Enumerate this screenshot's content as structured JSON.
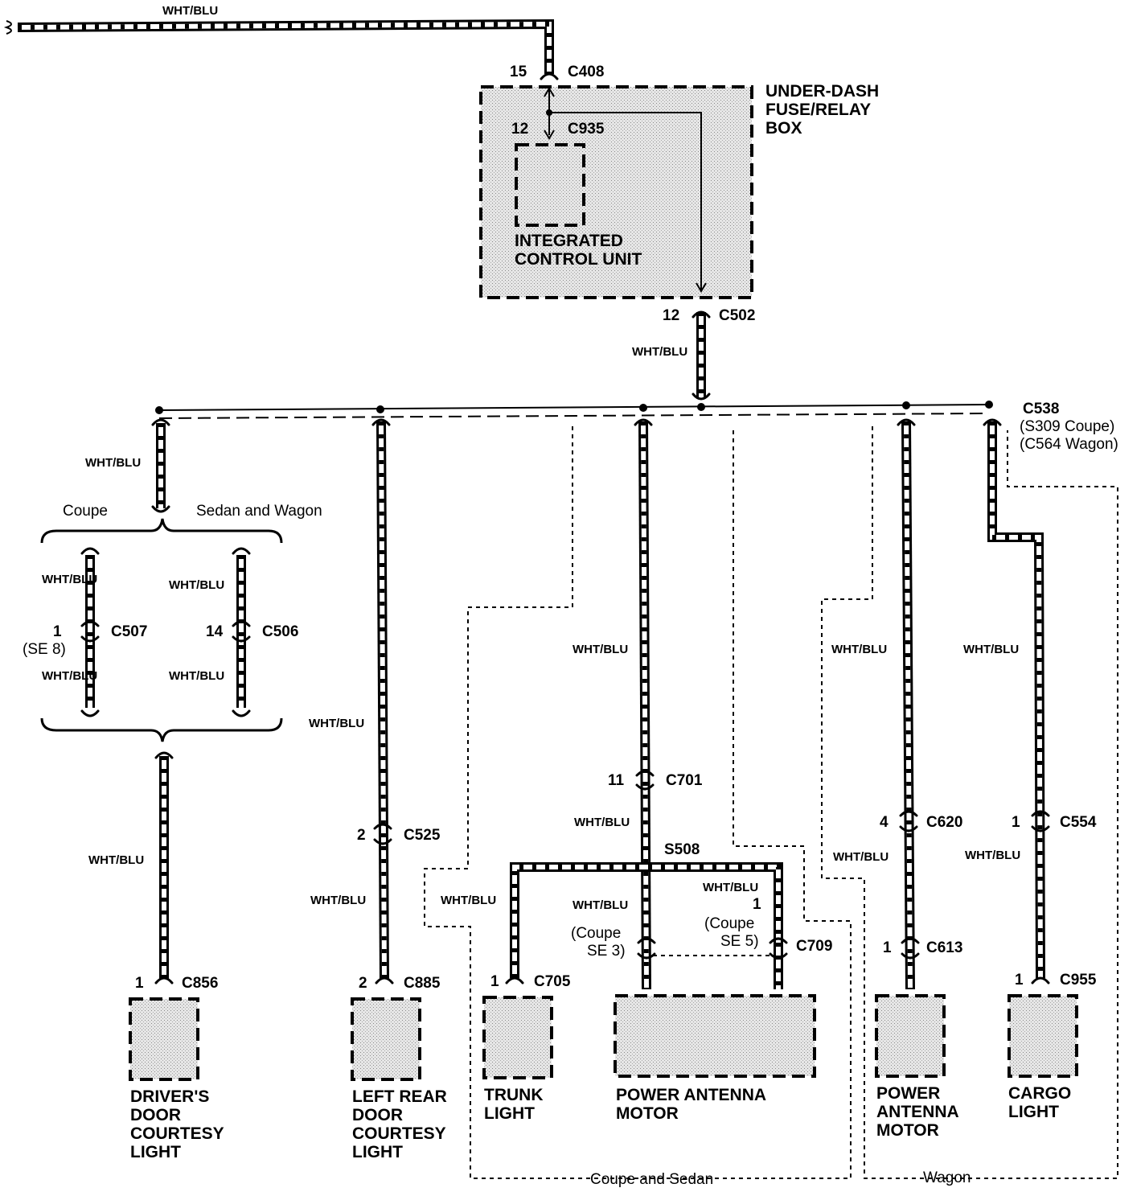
{
  "wire": {
    "color": "WHT/BLU"
  },
  "connectors": {
    "c408": {
      "id": "C408",
      "pin": "15"
    },
    "c935": {
      "id": "C935",
      "pin": "12"
    },
    "c502": {
      "id": "C502",
      "pin": "12"
    },
    "c538": {
      "id": "C538",
      "note1": "(S309 Coupe)",
      "note2": "(C564 Wagon)"
    },
    "c507": {
      "id": "C507",
      "pin": "1",
      "note": "(SE 8)"
    },
    "c506": {
      "id": "C506",
      "pin": "14"
    },
    "c856": {
      "id": "C856",
      "pin": "1"
    },
    "c525": {
      "id": "C525",
      "pin": "2"
    },
    "c885": {
      "id": "C885",
      "pin": "2"
    },
    "c701": {
      "id": "C701",
      "pin": "11"
    },
    "s508": {
      "id": "S508"
    },
    "c705": {
      "id": "C705",
      "pin": "1"
    },
    "c709": {
      "id": "C709",
      "pin": "1",
      "note1": "(Coupe",
      "note2": "SE 5)"
    },
    "c709b": {
      "note1": "(Coupe",
      "note2": "SE 3)"
    },
    "c620": {
      "id": "C620",
      "pin": "4"
    },
    "c613": {
      "id": "C613",
      "pin": "1"
    },
    "c554": {
      "id": "C554",
      "pin": "1"
    },
    "c955": {
      "id": "C955",
      "pin": "1"
    }
  },
  "fusebox": {
    "line1": "UNDER-DASH",
    "line2": "FUSE/RELAY",
    "line3": "BOX"
  },
  "icu": {
    "line1": "INTEGRATED",
    "line2": "CONTROL UNIT"
  },
  "variants": {
    "coupe": "Coupe",
    "sedan_wagon": "Sedan and Wagon",
    "coupe_sedan": "Coupe and Sedan",
    "wagon": "Wagon"
  },
  "components": {
    "drivers_door": {
      "line1": "DRIVER'S",
      "line2": "DOOR",
      "line3": "COURTESY",
      "line4": "LIGHT"
    },
    "left_rear_door": {
      "line1": "LEFT REAR",
      "line2": "DOOR",
      "line3": "COURTESY",
      "line4": "LIGHT"
    },
    "trunk": {
      "line1": "TRUNK",
      "line2": "LIGHT"
    },
    "antenna_cs": {
      "line1": "POWER ANTENNA",
      "line2": "MOTOR"
    },
    "antenna_w": {
      "line1": "POWER",
      "line2": "ANTENNA",
      "line3": "MOTOR"
    },
    "cargo": {
      "line1": "CARGO",
      "line2": "LIGHT"
    }
  }
}
